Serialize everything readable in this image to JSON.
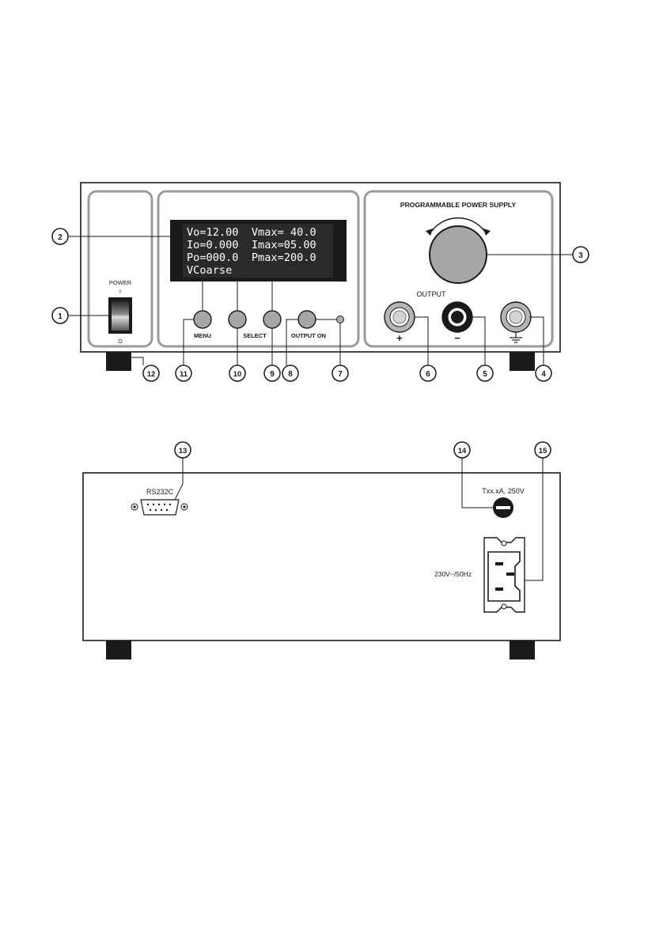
{
  "front_panel": {
    "title": "PROGRAMMABLE POWER SUPPLY",
    "power_switch": {
      "label": "POWER",
      "on_symbol": "I",
      "off_symbol": "O"
    },
    "lcd_lines": [
      "Vo=12.00  Vmax= 40.0",
      "Io=0.000  Imax=05.00",
      "Po=000.0  Pmax=200.0",
      "VCoarse"
    ],
    "buttons": {
      "menu": "MENU",
      "select": "SELECT",
      "output_on": "OUTPUT ON"
    },
    "output_label": "OUTPUT",
    "terminal_plus": "+",
    "terminal_minus": "−"
  },
  "rear_panel": {
    "rs232_label": "RS232C",
    "fuse_label": "Txx.xA, 250V",
    "mains_label": "230V~/50Hz"
  },
  "callouts": [
    "1",
    "2",
    "3",
    "4",
    "5",
    "6",
    "7",
    "8",
    "9",
    "10",
    "11",
    "12",
    "13",
    "14",
    "15"
  ],
  "icons": {
    "ground": "ground-symbol-icon",
    "knob_rotation": "rotation-arrows-icon"
  }
}
